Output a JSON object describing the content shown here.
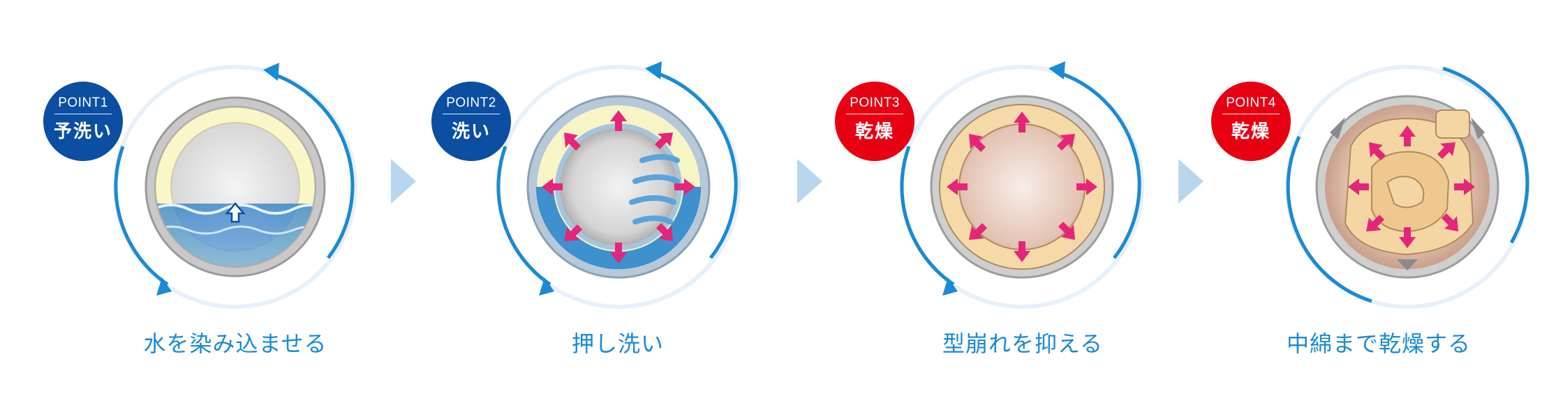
{
  "steps": [
    {
      "point": "POINT1",
      "label": "予洗い",
      "caption": "水を染み込ませる",
      "badge_color": "#0b4ea2"
    },
    {
      "point": "POINT2",
      "label": "洗い",
      "caption": "押し洗い",
      "badge_color": "#0b4ea2"
    },
    {
      "point": "POINT3",
      "label": "乾燥",
      "caption": "型崩れを抑える",
      "badge_color": "#e60012"
    },
    {
      "point": "POINT4",
      "label": "乾燥",
      "caption": "中綿まで乾燥する",
      "badge_color": "#e60012"
    }
  ],
  "colors": {
    "caption": "#1a8ad4",
    "rotation_arrow": "#1a8ad4",
    "push_arrow": "#e5257a",
    "chevron": "#b8d6ee"
  },
  "icons": [
    "rotation-arrow-icon",
    "push-arrow-icon",
    "chevron-right-icon"
  ]
}
